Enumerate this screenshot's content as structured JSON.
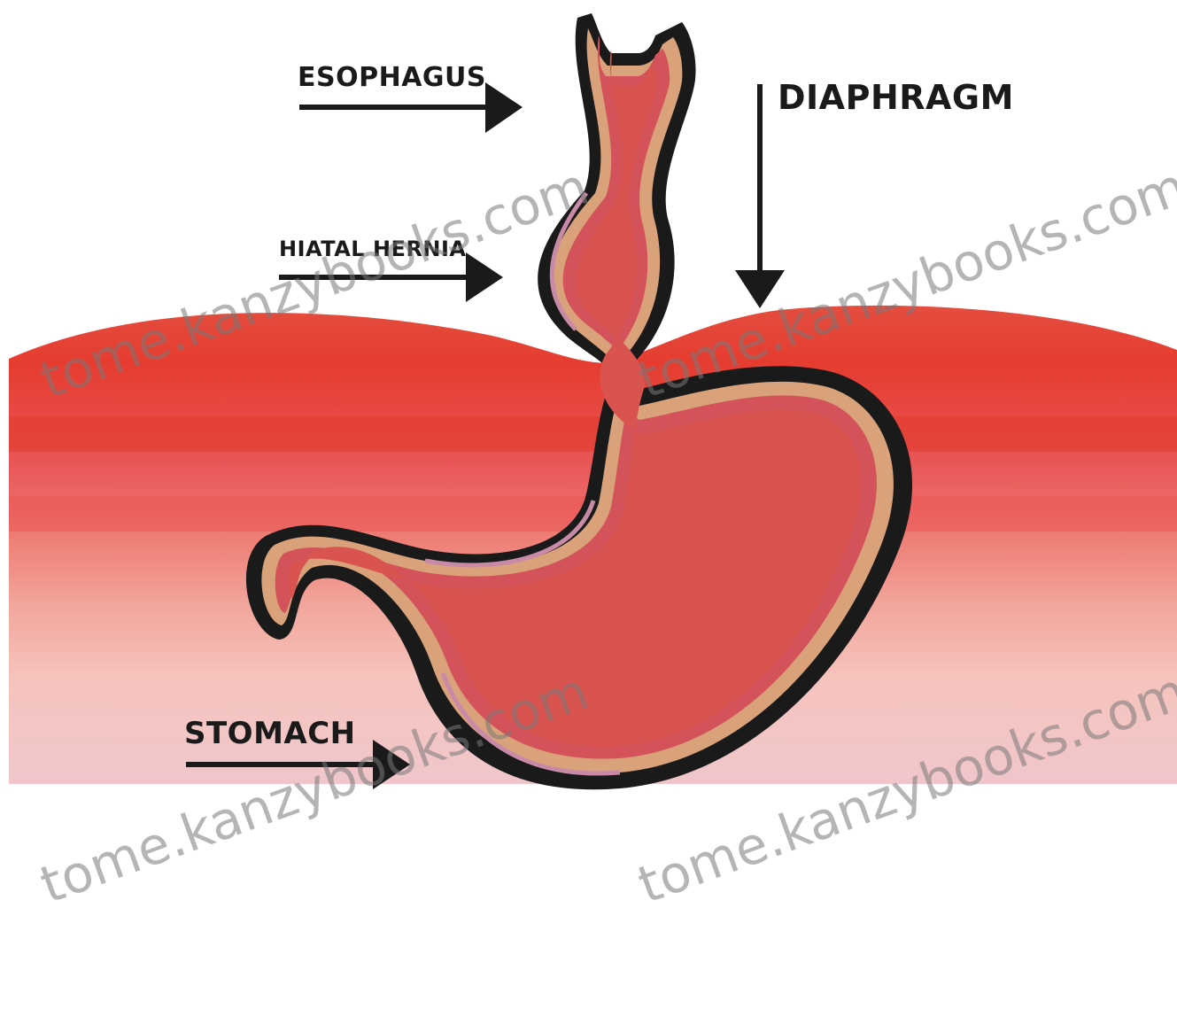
{
  "labels": {
    "esophagus": "ESOPHAGUS",
    "diaphragm": "DIAPHRAGM",
    "hiatal_hernia": "HIATAL HERNIA",
    "stomach": "STOMACH"
  },
  "watermark": "tome.kanzybooks.com",
  "colors": {
    "diaphragm_band": [
      "#f0c6cb",
      "#f6c4bd",
      "#f2a49a",
      "#ee7c73",
      "#e95455",
      "#e63c30",
      "#e34e3f"
    ],
    "organ_fill": "#d9534f",
    "outline": "#1a1a1a",
    "lining_tan": "#d9a27a",
    "lining_pink": "#c98aa8"
  }
}
